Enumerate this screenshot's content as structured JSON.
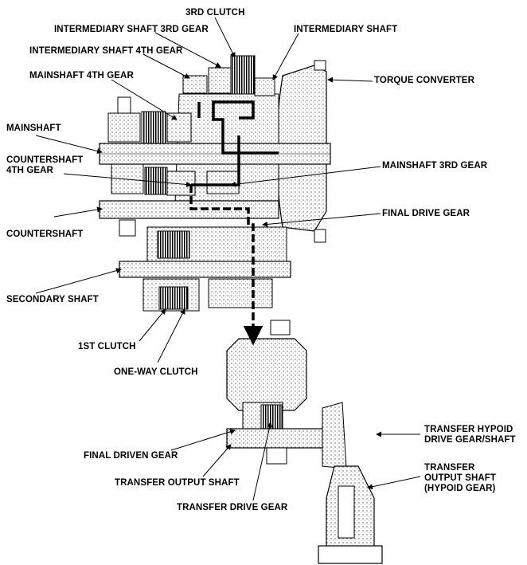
{
  "labels": {
    "clutch_3rd": "3RD CLUTCH",
    "intermediary_shaft_3rd_gear": "INTERMEDIARY SHAFT 3RD GEAR",
    "intermediary_shaft": "INTERMEDIARY SHAFT",
    "intermediary_shaft_4th_gear": "INTERMEDIARY SHAFT 4TH GEAR",
    "mainshaft_4th_gear": "MAINSHAFT 4TH GEAR",
    "torque_converter": "TORQUE CONVERTER",
    "mainshaft": "MAINSHAFT",
    "countershaft_4th_gear_line1": "COUNTERSHAFT",
    "countershaft_4th_gear_line2": "4TH GEAR",
    "mainshaft_3rd_gear": "MAINSHAFT 3RD GEAR",
    "final_drive_gear": "FINAL DRIVE GEAR",
    "countershaft": "COUNTERSHAFT",
    "secondary_shaft": "SECONDARY SHAFT",
    "clutch_1st": "1ST CLUTCH",
    "one_way_clutch": "ONE-WAY CLUTCH",
    "transfer_hypoid_line1": "TRANSFER HYPOID",
    "transfer_hypoid_line2": "DRIVE GEAR/SHAFT",
    "final_driven_gear": "FINAL DRIVEN GEAR",
    "transfer_output_line1": "TRANSFER",
    "transfer_output_line2": "OUTPUT SHAFT",
    "transfer_output_line3": "(HYPOID GEAR)",
    "transfer_output_shaft": "TRANSFER OUTPUT SHAFT",
    "transfer_drive_gear": "TRANSFER DRIVE GEAR"
  },
  "colors": {
    "ink": "#000000",
    "housing_stipple": "#bdbdbd",
    "paper": "#ffffff"
  }
}
